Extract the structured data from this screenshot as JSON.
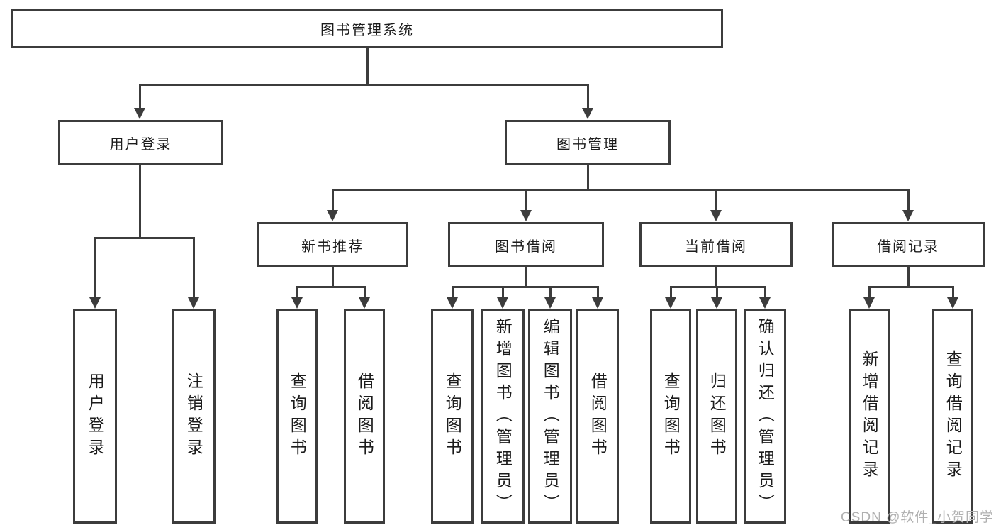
{
  "diagram_title": "图书管理系统",
  "nodes": {
    "root": {
      "label": "图书管理系统"
    },
    "user_login": {
      "label": "用户登录"
    },
    "book_mgmt": {
      "label": "图书管理"
    },
    "new_book_rec": {
      "label": "新书推荐"
    },
    "book_borrow": {
      "label": "图书借阅"
    },
    "current_borrow": {
      "label": "当前借阅"
    },
    "borrow_record": {
      "label": "借阅记录"
    },
    "leaf_user_login": {
      "label": "用户登录"
    },
    "leaf_logout": {
      "label": "注销登录"
    },
    "leaf_nbr_query": {
      "label": "查询图书"
    },
    "leaf_nbr_borrow": {
      "label": "借阅图书"
    },
    "leaf_bb_query": {
      "label": "查询图书"
    },
    "leaf_bb_add": {
      "label": "新增图书（管理员）"
    },
    "leaf_bb_edit": {
      "label": "编辑图书（管理员）"
    },
    "leaf_bb_borrow": {
      "label": "借阅图书"
    },
    "leaf_cb_query": {
      "label": "查询图书"
    },
    "leaf_cb_return": {
      "label": "归还图书"
    },
    "leaf_cb_confirm": {
      "label": "确认归还（管理员）"
    },
    "leaf_br_add": {
      "label": "新增借阅记录"
    },
    "leaf_br_query": {
      "label": "查询借阅记录"
    }
  },
  "structure": {
    "图书管理系统": {
      "用户登录": [
        "用户登录",
        "注销登录"
      ],
      "图书管理": {
        "新书推荐": [
          "查询图书",
          "借阅图书"
        ],
        "图书借阅": [
          "查询图书",
          "新增图书（管理员）",
          "编辑图书（管理员）",
          "借阅图书"
        ],
        "当前借阅": [
          "查询图书",
          "归还图书",
          "确认归还（管理员）"
        ],
        "借阅记录": [
          "新增借阅记录",
          "查询借阅记录"
        ]
      }
    }
  },
  "watermark": "CSDN @软件_小贺同学",
  "colors": {
    "line": "#3c3c3c",
    "text": "#1c1c1c",
    "background": "#ffffff",
    "watermark": "#b0b0b0"
  }
}
